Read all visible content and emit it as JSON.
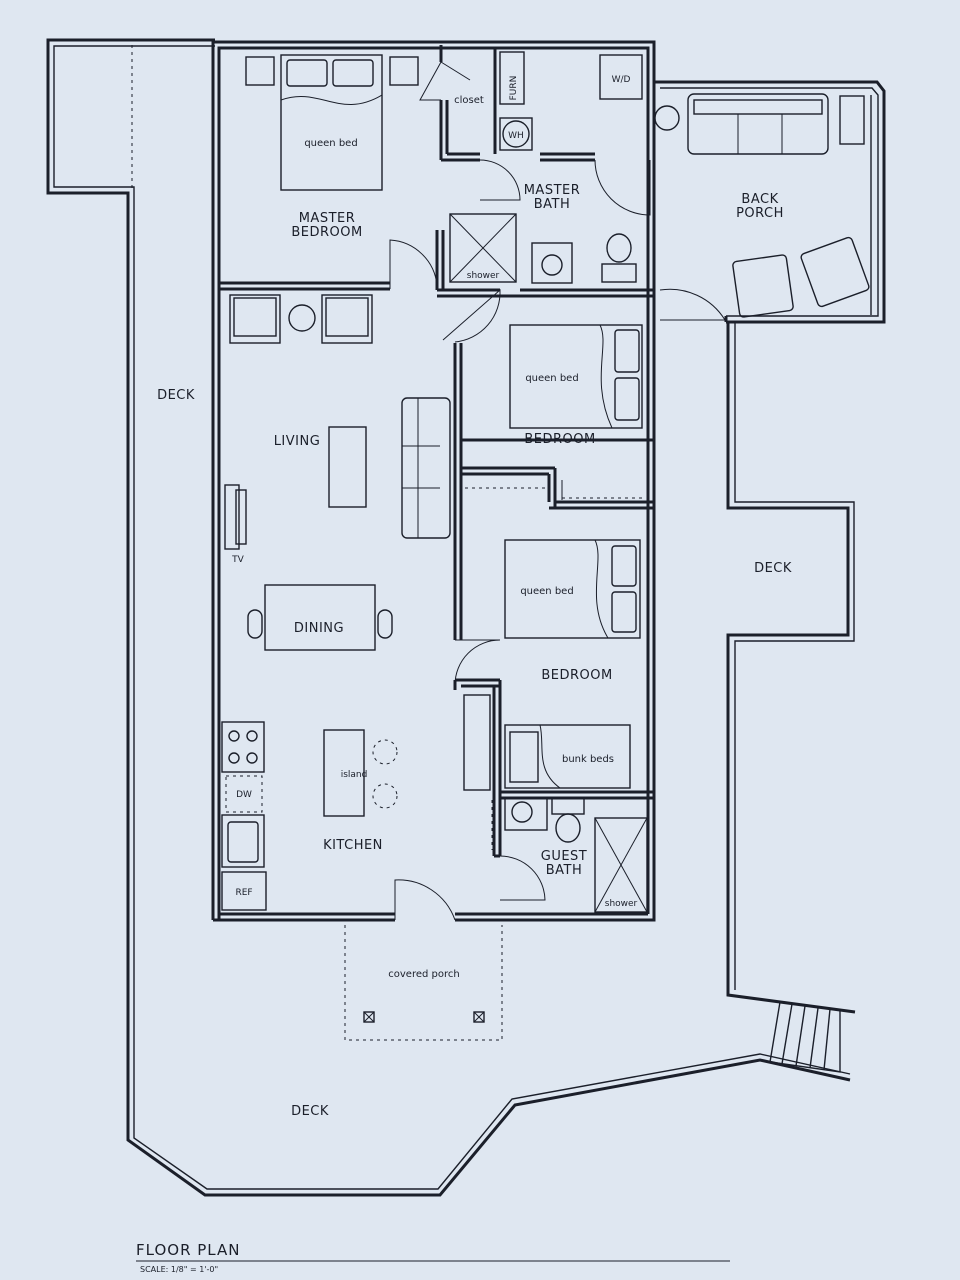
{
  "title": "FLOOR PLAN",
  "scale": "SCALE: 1/8\" = 1'-0\"",
  "rooms": {
    "master_bedroom": [
      "MASTER",
      "BEDROOM"
    ],
    "master_bath": [
      "MASTER",
      "BATH"
    ],
    "back_porch": [
      "BACK",
      "PORCH"
    ],
    "living": "LIVING",
    "dining": "DINING",
    "kitchen": "KITCHEN",
    "bedroom_1": "BEDROOM",
    "bedroom_2": "BEDROOM",
    "guest_bath": [
      "GUEST",
      "BATH"
    ],
    "deck_left": "DECK",
    "deck_right": "DECK",
    "deck_bottom": "DECK",
    "covered_porch": "covered porch"
  },
  "fixtures": {
    "queen_bed_master": "queen bed",
    "queen_bed_1": "queen bed",
    "queen_bed_2": "queen bed",
    "bunk_beds": "bunk beds",
    "closet": "closet",
    "furnace": "FURN",
    "water_heater": "WH",
    "washer_dryer": "W/D",
    "shower_master": "shower",
    "shower_guest": "shower",
    "tv": "TV",
    "island": "island",
    "dishwasher": "DW",
    "refrigerator": "REF"
  }
}
